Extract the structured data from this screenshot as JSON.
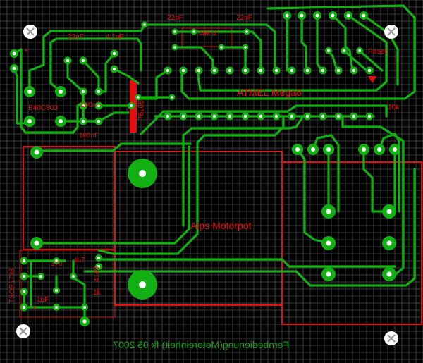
{
  "board": {
    "labels": {
      "cap_22pf_left": "22pF",
      "cap_22pf_right": "22pF",
      "cap_22uf": "22uF",
      "cap_4u1f": "4,1uF",
      "crystal": "4MHz",
      "cap_100nf_a": "100nF",
      "cap_100nf_b": "100nF",
      "regulator": "78L05",
      "bridge": "B40C800",
      "mcu": "ATMEL Mega8",
      "reset": "Reset",
      "resistor_10k": "10k",
      "motor": "Alps Motorpot",
      "tsop": "TSOP1738",
      "r_470": "470",
      "cap_4u7": "4u7",
      "cap_1uf": "1uF",
      "resistor_1k": "1k",
      "diode": "4148",
      "power_pin": "+"
    },
    "footer": "Fernbedienung(Motoreinheit) fk 05 2007"
  },
  "colors": {
    "background": "#000000",
    "grid": "#3a3a3a",
    "copper": "#12b012",
    "silkscreen": "#e01010",
    "drill": "#ffffff"
  }
}
